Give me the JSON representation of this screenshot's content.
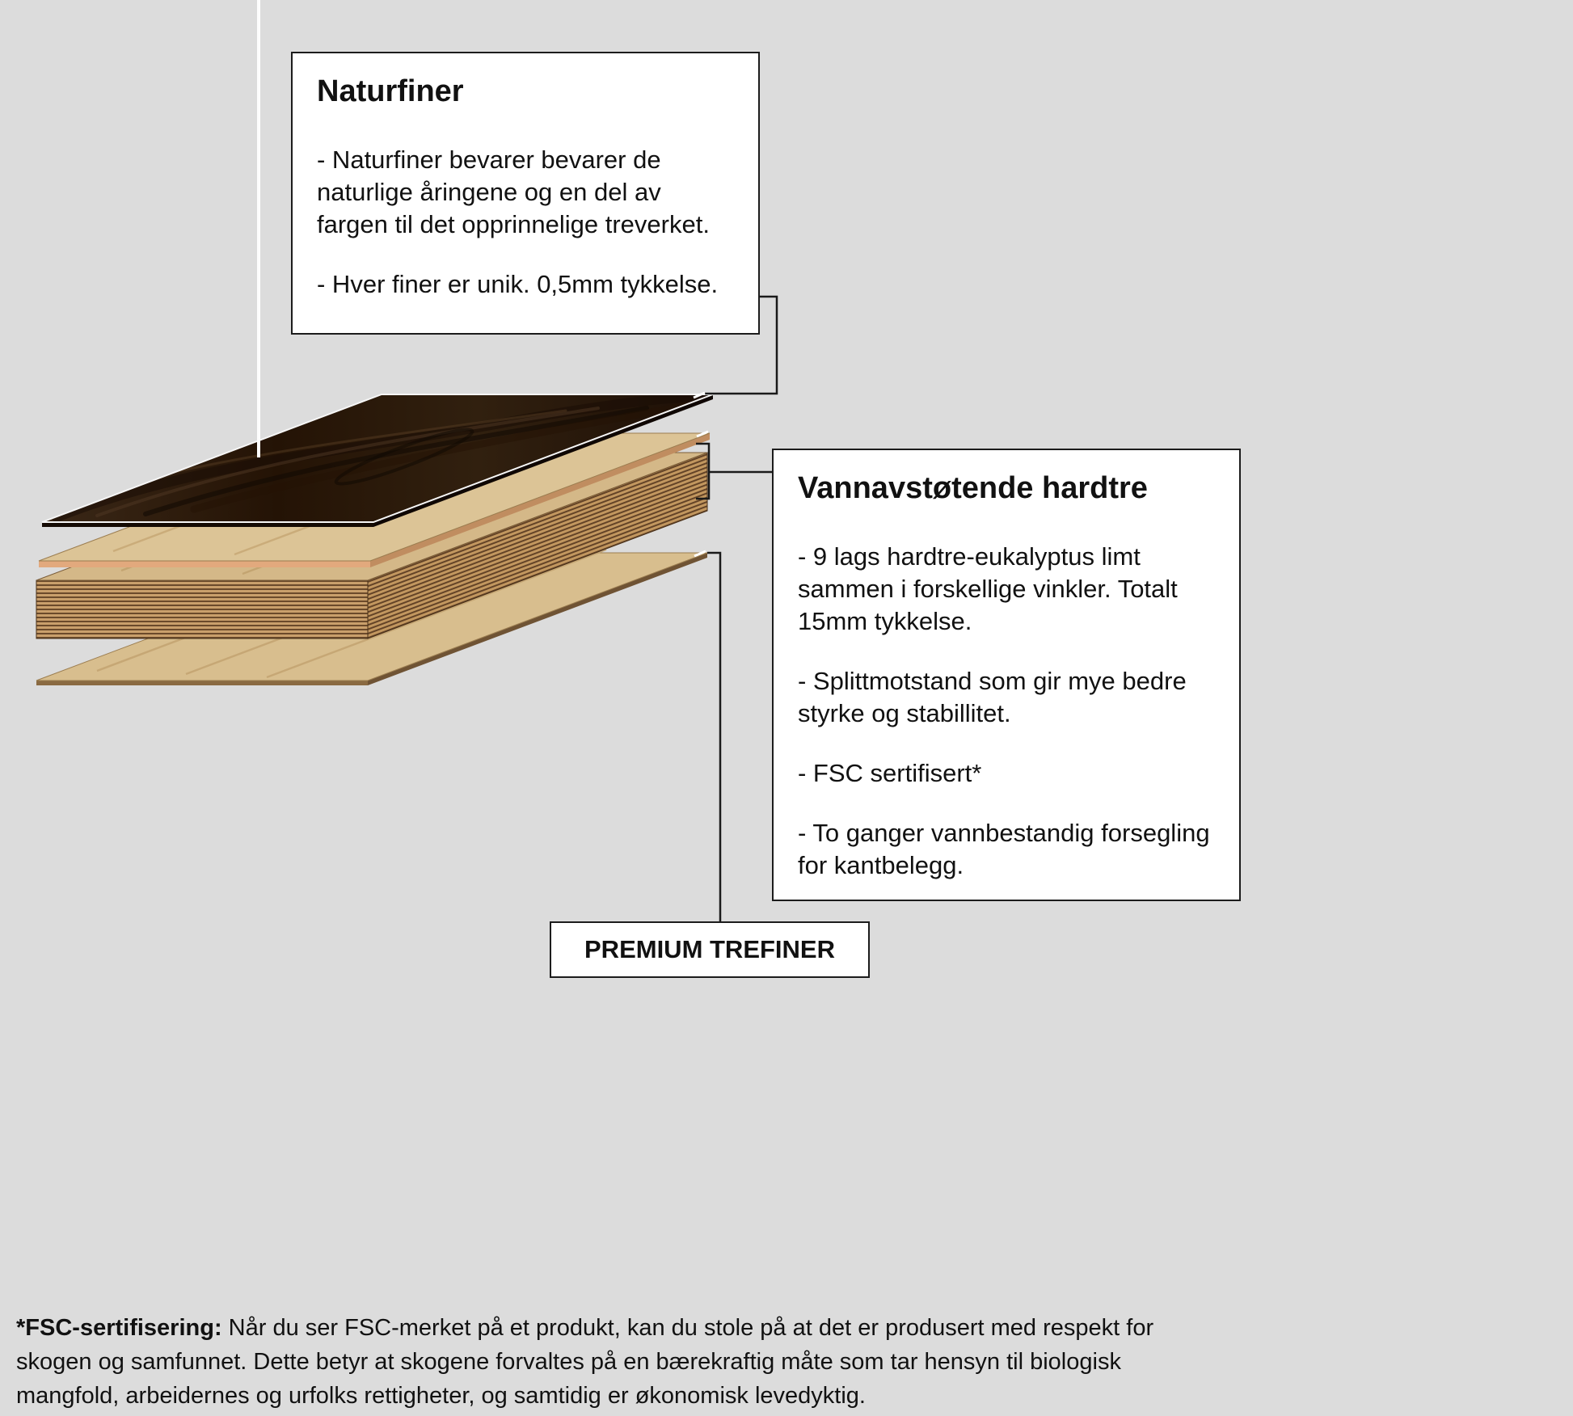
{
  "colors": {
    "background": "#dcdcdc",
    "box_border": "#1c1c1c",
    "veneer_dark": "#2a1708",
    "wood_tan": "#d7bd8c",
    "ply_light": "#c99f6b",
    "ply_dark": "#6b4a2b",
    "sheet_edge_pink": "#e2a97d",
    "pointer_line": "#ffffff",
    "connector_line": "#1a1a1a"
  },
  "naturfiner_box": {
    "title": "Naturfiner",
    "point_1": "- Naturfiner bevarer bevarer de naturlige åringene og en del av fargen til det opprinnelige treverket.",
    "point_2": "- Hver finer er unik. 0,5mm tykkelse."
  },
  "hardtre_box": {
    "title": "Vannavstøtende hardtre",
    "point_1": "- 9 lags hardtre-eukalyptus limt sammen i forskellige vinkler. Totalt 15mm tykkelse.",
    "point_2": "- Splittmotstand som gir mye bedre styrke og stabillitet.",
    "point_3": "- FSC sertifisert*",
    "point_4": "- To ganger vannbestandig forsegling for kantbelegg."
  },
  "premium_label": "PREMIUM TREFINER",
  "footnote": {
    "label": "*FSC-sertifisering:",
    "text": " Når du ser FSC-merket på et produkt, kan du stole på at det er produsert med respekt for skogen og samfunnet. Dette betyr at skogene forvaltes på en bærekraftig måte som tar hensyn til biologisk mangfold, arbeidernes og urfolks rettigheter, og samtidig er økonomisk levedyktig."
  },
  "diagram": {
    "layers": [
      "naturfiner-veneer",
      "hardwood-sheet-top",
      "hardwood-ply-stack",
      "hardwood-sheet-bottom"
    ]
  }
}
